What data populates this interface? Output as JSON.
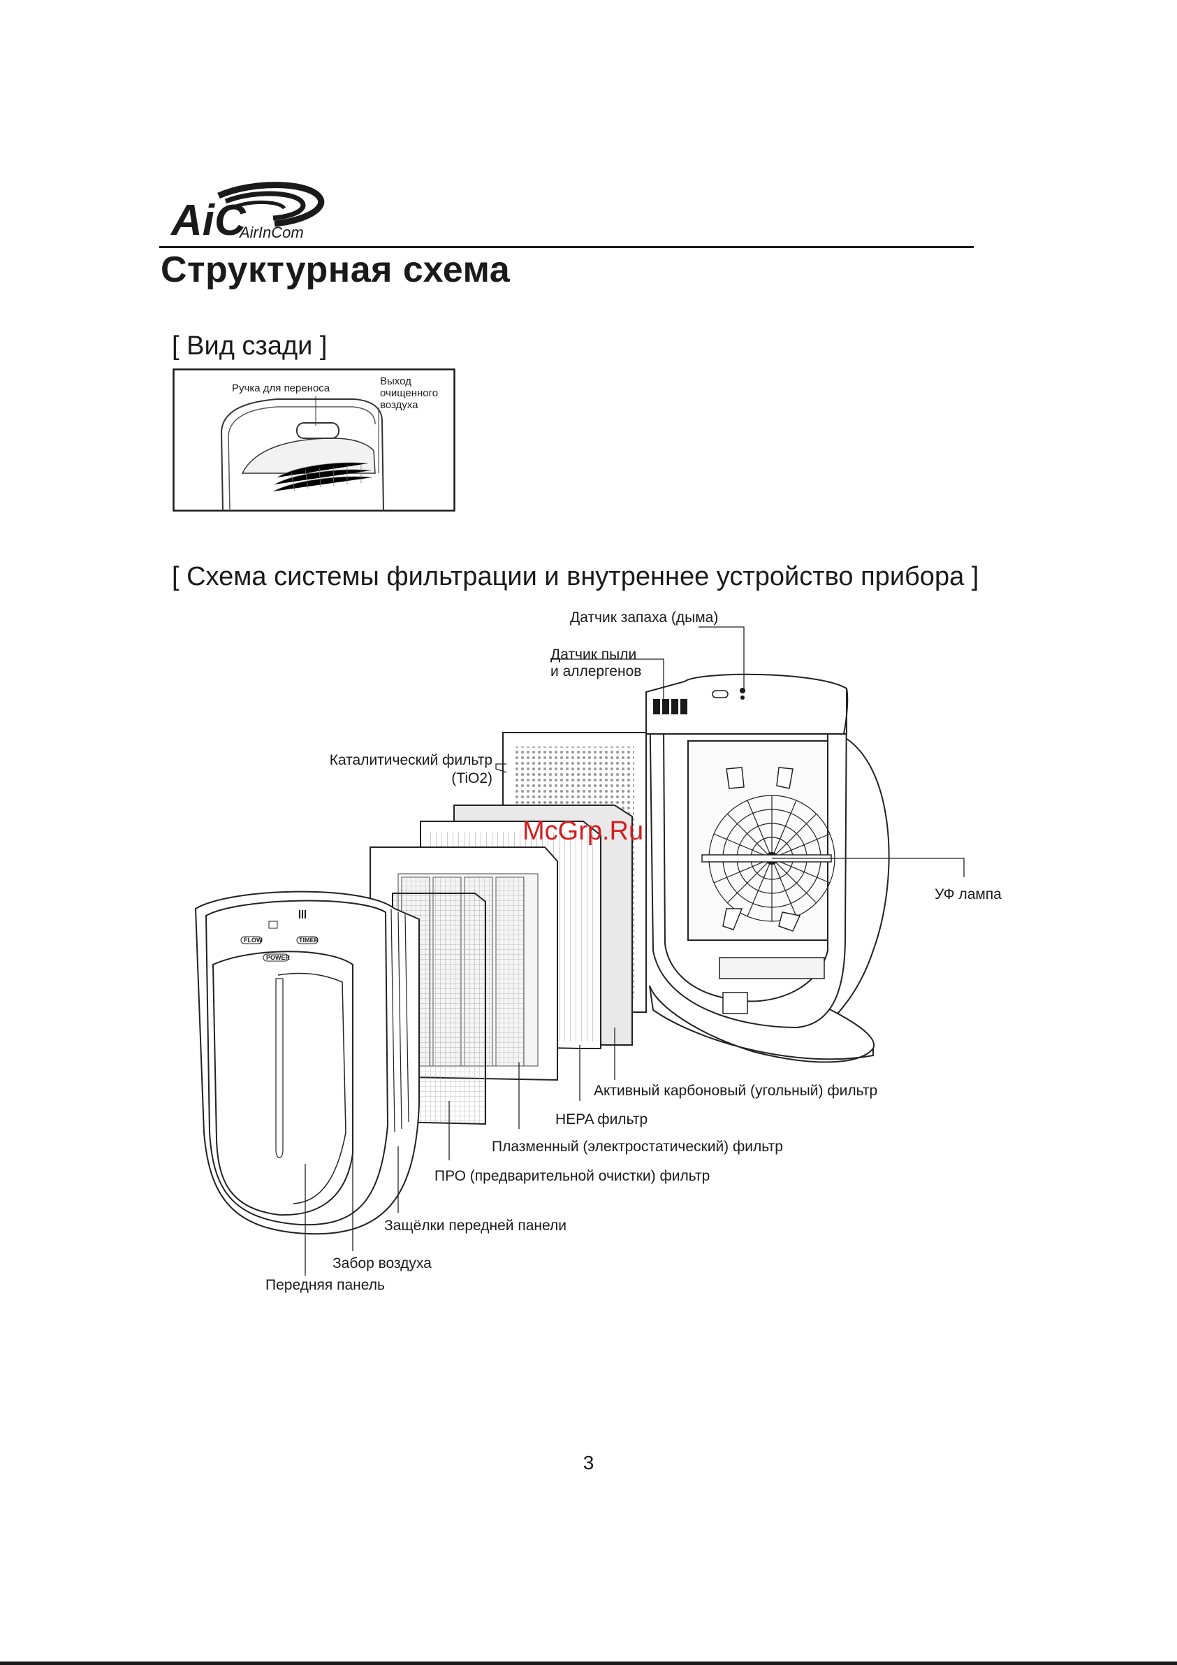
{
  "brand": {
    "logo_text": "AirInCom",
    "logo_mark": "AiC"
  },
  "page": {
    "title": "Структурная схема",
    "number": "3"
  },
  "rear_view": {
    "heading": "[ Вид сзади ]",
    "handle_label": "Ручка для переноса",
    "outlet_label": [
      "Выход",
      "очищенного",
      "воздуха"
    ]
  },
  "filtration": {
    "heading": "[ Схема системы фильтрации и внутреннее устройство прибора ]",
    "labels": {
      "odor_sensor": "Датчик запаха (дыма)",
      "dust_sensor": [
        "Датчик пыли",
        "и аллергенов"
      ],
      "catalytic_filter": [
        "Каталитический фильтр",
        "(TiO2)"
      ],
      "uv_lamp": "УФ лампа",
      "carbon_filter": "Активный карбоновый (угольный) фильтр",
      "hepa_filter": "HEPA фильтр",
      "plasma_filter": "Плазменный (электростатический) фильтр",
      "pre_filter": "ПРО (предварительной очистки) фильтр",
      "front_latches": "Защёлки передней панели",
      "air_intake": "Забор воздуха",
      "front_panel": "Передняя панель"
    },
    "control_panel": {
      "flow": "FLOW",
      "timer": "TIMER",
      "power": "POWER"
    }
  },
  "watermark": "McGrp.Ru"
}
